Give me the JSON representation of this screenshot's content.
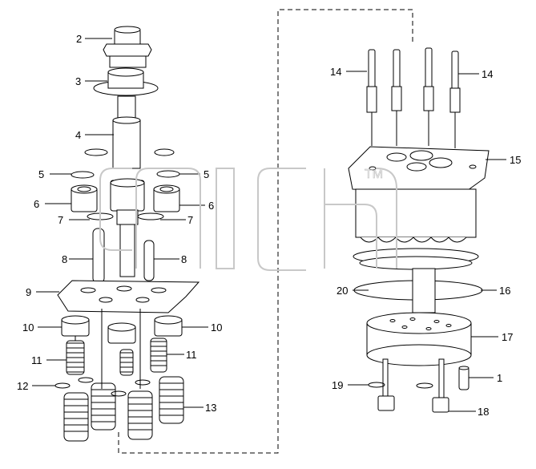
{
  "callouts": [
    {
      "id": "c1",
      "text": "1"
    },
    {
      "id": "c2",
      "text": "2"
    },
    {
      "id": "c3",
      "text": "3"
    },
    {
      "id": "c4",
      "text": "4"
    },
    {
      "id": "c5a",
      "text": "5"
    },
    {
      "id": "c5b",
      "text": "5"
    },
    {
      "id": "c6a",
      "text": "6"
    },
    {
      "id": "c6b",
      "text": "6"
    },
    {
      "id": "c7a",
      "text": "7"
    },
    {
      "id": "c7b",
      "text": "7"
    },
    {
      "id": "c8a",
      "text": "8"
    },
    {
      "id": "c8b",
      "text": "8"
    },
    {
      "id": "c9",
      "text": "9"
    },
    {
      "id": "c10a",
      "text": "10"
    },
    {
      "id": "c10b",
      "text": "10"
    },
    {
      "id": "c11a",
      "text": "11"
    },
    {
      "id": "c11b",
      "text": "11"
    },
    {
      "id": "c12",
      "text": "12"
    },
    {
      "id": "c13",
      "text": "13"
    },
    {
      "id": "c14a",
      "text": "14"
    },
    {
      "id": "c14b",
      "text": "14"
    },
    {
      "id": "c15",
      "text": "15"
    },
    {
      "id": "c16",
      "text": "16"
    },
    {
      "id": "c17",
      "text": "17"
    },
    {
      "id": "c18",
      "text": "18"
    },
    {
      "id": "c19",
      "text": "19"
    },
    {
      "id": "c20",
      "text": "20"
    }
  ],
  "watermark": {
    "text": "cnh",
    "mark": "TM"
  },
  "colors": {
    "line": "#000000",
    "watermark": "#c8c8c8",
    "fill": "#ffffff"
  }
}
